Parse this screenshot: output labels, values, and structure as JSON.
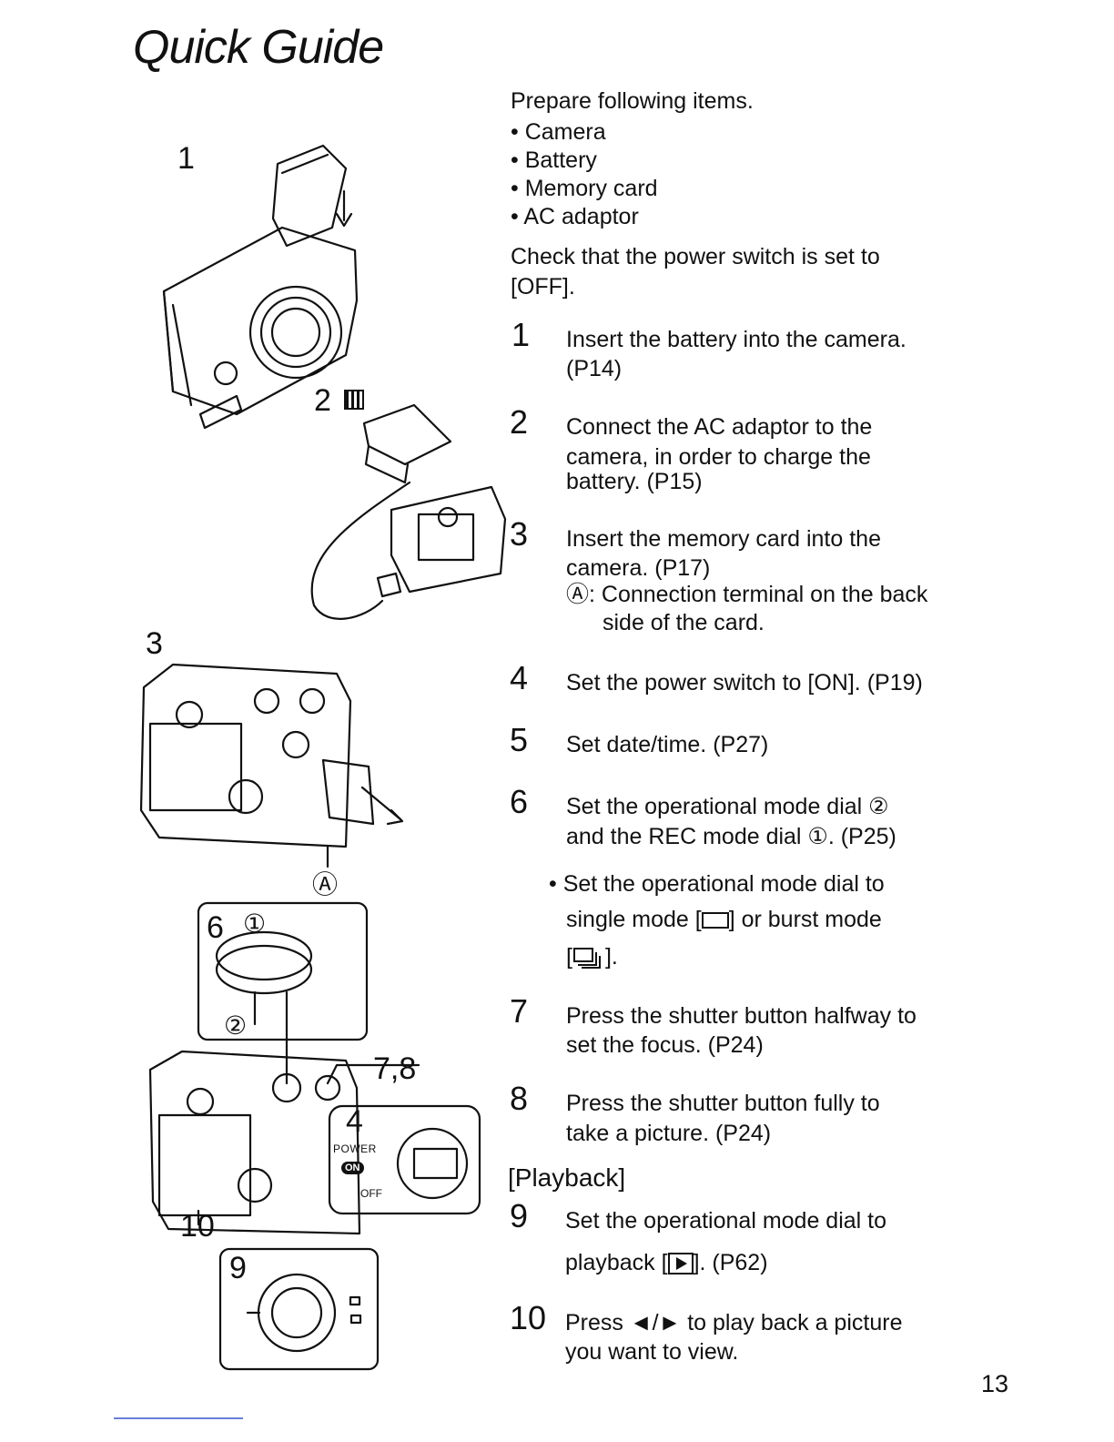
{
  "title": "Quick Guide",
  "intro": {
    "heading": "Prepare following items.",
    "items": [
      "• Camera",
      "• Battery",
      "• Memory card",
      "• AC adaptor"
    ],
    "check_line1": "Check that the power switch is set to",
    "check_line2": "[OFF]."
  },
  "steps": [
    {
      "num": "1",
      "lines": [
        "Insert the battery into the camera.",
        "(P14)"
      ]
    },
    {
      "num": "2",
      "lines": [
        "Connect the AC adaptor to the",
        "camera, in order to charge the",
        "battery. (P15)"
      ]
    },
    {
      "num": "3",
      "lines": [
        "Insert the memory card into the",
        "camera. (P17)",
        "Ⓐ: Connection terminal on the back",
        "side of the card."
      ]
    },
    {
      "num": "4",
      "lines": [
        "Set the power switch to [ON]. (P19)"
      ]
    },
    {
      "num": "5",
      "lines": [
        "Set date/time. (P27)"
      ]
    },
    {
      "num": "6",
      "lines": [
        "Set the operational mode dial ②",
        "and the REC mode dial ①. (P25)"
      ]
    },
    {
      "num": "7",
      "lines": [
        "Press the shutter button halfway to",
        "set the focus. (P24)"
      ]
    },
    {
      "num": "8",
      "lines": [
        "Press the shutter button fully to",
        "take a picture. (P24)"
      ]
    },
    {
      "num": "9",
      "lines": [
        "Set the operational mode dial to",
        "playback [",
        "]. (P62)"
      ]
    },
    {
      "num": "10",
      "lines": [
        "Press ◄/► to play back a picture",
        "you want to view."
      ]
    }
  ],
  "sub_bullet": {
    "line1": "• Set the operational mode dial to",
    "line2a": "single mode [",
    "line2b": "] or burst mode",
    "line3a": "[",
    "line3b": "]."
  },
  "playback_heading": "[Playback]",
  "figure_labels": {
    "f1": "1",
    "f2": "2",
    "f3": "3",
    "fA": "Ⓐ",
    "f6": "6",
    "c1": "①",
    "c2": "②",
    "f78": "7,8",
    "f4": "4",
    "power": "POWER",
    "on": "ON",
    "off": "OFF",
    "f10": "10",
    "f9": "9"
  },
  "page_number": "13"
}
